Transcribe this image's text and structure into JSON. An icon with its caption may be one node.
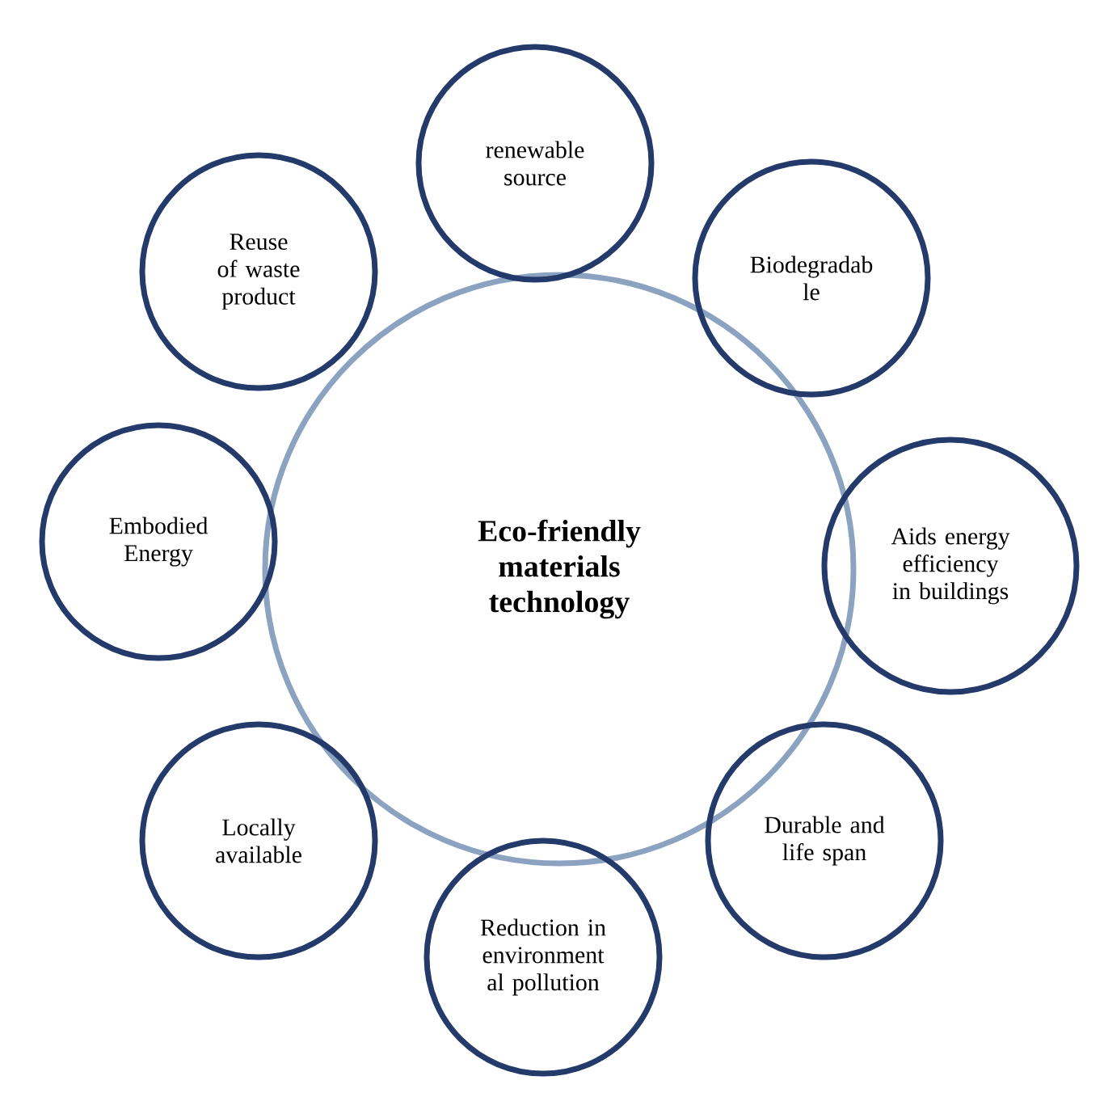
{
  "diagram": {
    "nodes": [
      {
        "text": [
          "Eco-friendly materials technology"
        ]
      },
      {
        "text": [
          "renewable source"
        ]
      },
      {
        "text": [
          "Biodegradab le"
        ]
      },
      {
        "text": [
          "Aids energy efficiency in buildings"
        ]
      },
      {
        "text": [
          "Durable and life span"
        ]
      },
      {
        "text": [
          "Reduction in environment al pollution"
        ]
      },
      {
        "text": [
          "Locally available"
        ]
      },
      {
        "text": [
          "Embodied Energy"
        ]
      },
      {
        "text": [
          "Reuse of waste product"
        ]
      }
    ]
  }
}
